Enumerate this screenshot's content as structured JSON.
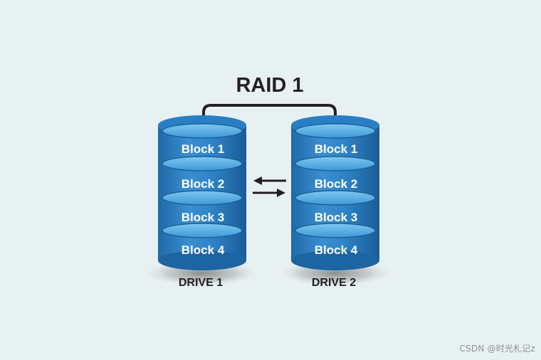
{
  "title": "RAID 1",
  "drives": [
    {
      "label": "DRIVE 1",
      "blocks": [
        "Block 1",
        "Block 2",
        "Block 3",
        "Block 4"
      ]
    },
    {
      "label": "DRIVE 2",
      "blocks": [
        "Block 1",
        "Block 2",
        "Block 3",
        "Block 4"
      ]
    }
  ],
  "watermark": "CSDN @时光札记z",
  "colors": {
    "background": "#e8f1f2",
    "drive_body": "#2a78b8",
    "drive_top": "#5ab0e6",
    "block_edge": "#1b5f98",
    "text_dark": "#231f20",
    "label_white": "#ffffff"
  }
}
